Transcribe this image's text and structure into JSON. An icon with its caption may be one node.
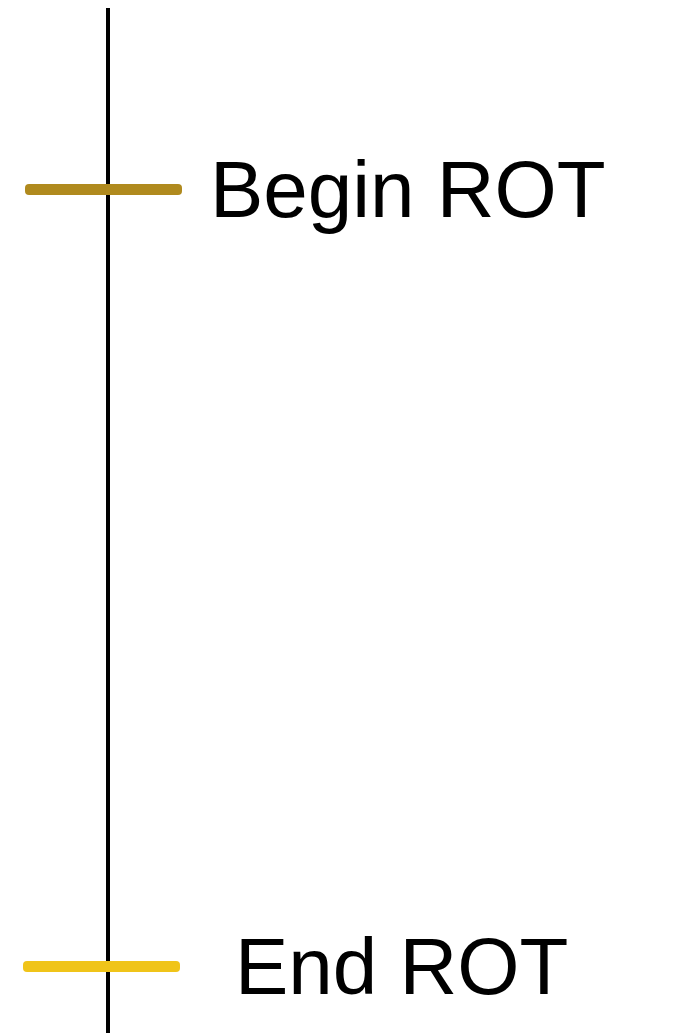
{
  "diagram": {
    "nodes": [
      {
        "text": [],
        "shape": "bar",
        "beside": [
          "Begin ROT"
        ]
      },
      {
        "text": [],
        "shape": "bar",
        "beside": [
          "End ROT"
        ]
      }
    ]
  }
}
